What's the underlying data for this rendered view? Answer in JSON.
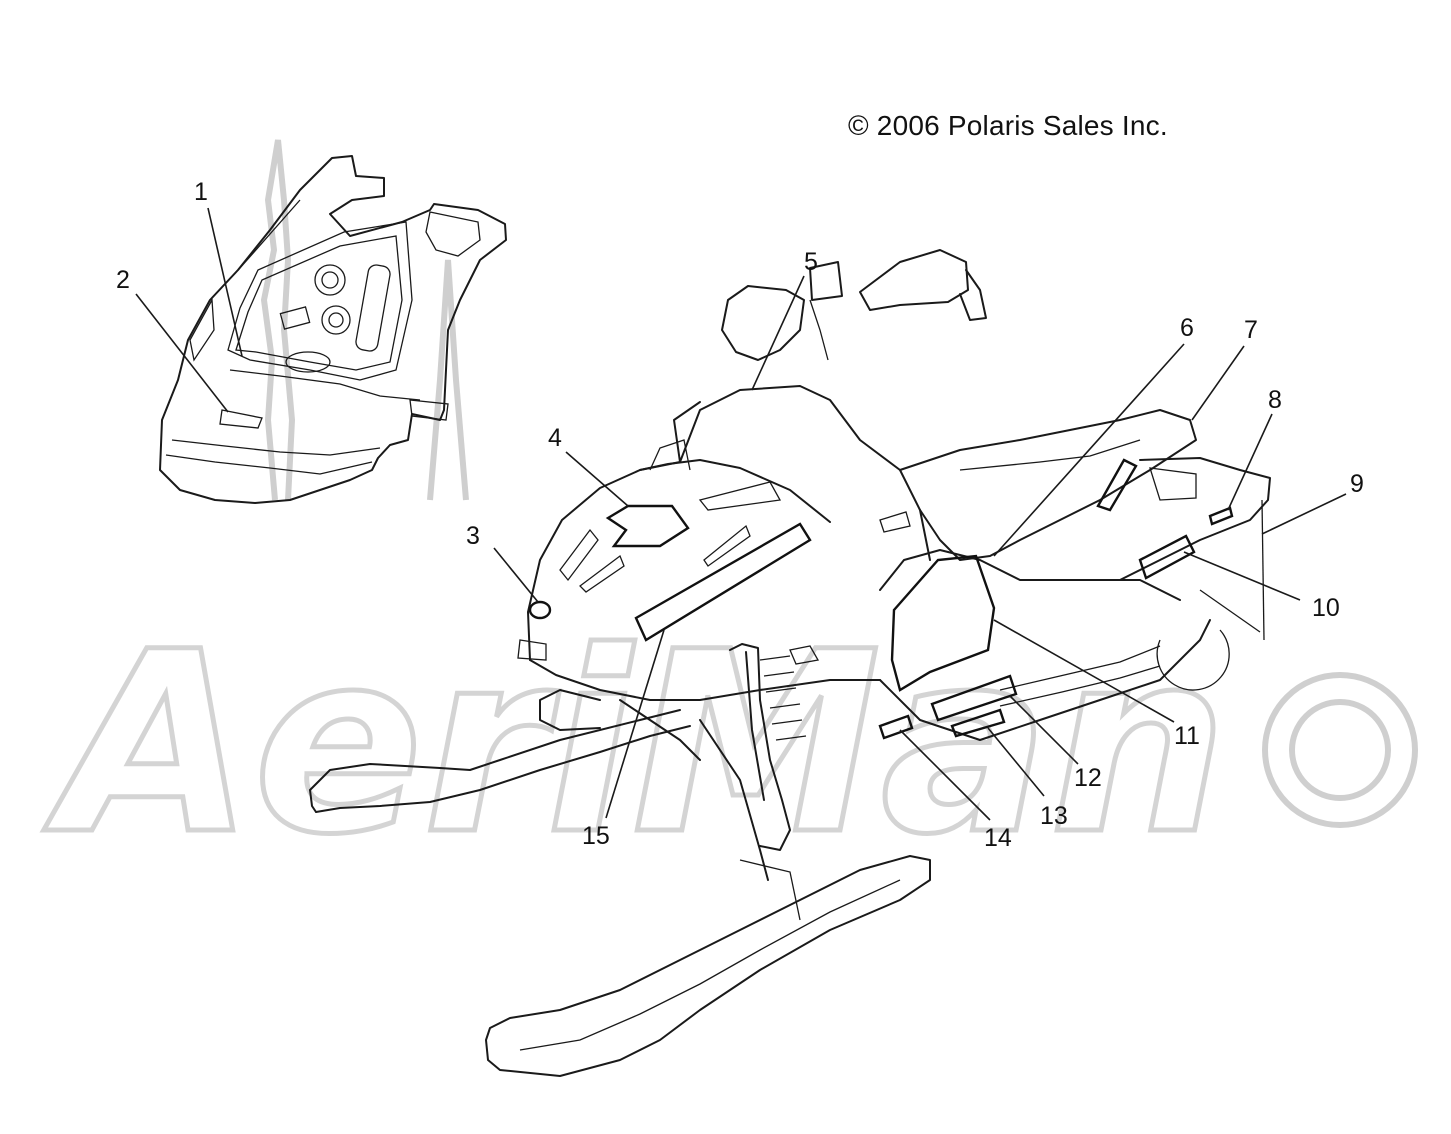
{
  "copyright": "© 2006 Polaris Sales Inc.",
  "watermark": {
    "text": "AeriMan"
  },
  "callouts": [
    {
      "id": "1",
      "label": "1"
    },
    {
      "id": "2",
      "label": "2"
    },
    {
      "id": "3",
      "label": "3"
    },
    {
      "id": "4",
      "label": "4"
    },
    {
      "id": "5",
      "label": "5"
    },
    {
      "id": "6",
      "label": "6"
    },
    {
      "id": "7",
      "label": "7"
    },
    {
      "id": "8",
      "label": "8"
    },
    {
      "id": "9",
      "label": "9"
    },
    {
      "id": "10",
      "label": "10"
    },
    {
      "id": "11",
      "label": "11"
    },
    {
      "id": "12",
      "label": "12"
    },
    {
      "id": "13",
      "label": "13"
    },
    {
      "id": "14",
      "label": "14"
    },
    {
      "id": "15",
      "label": "15"
    }
  ]
}
